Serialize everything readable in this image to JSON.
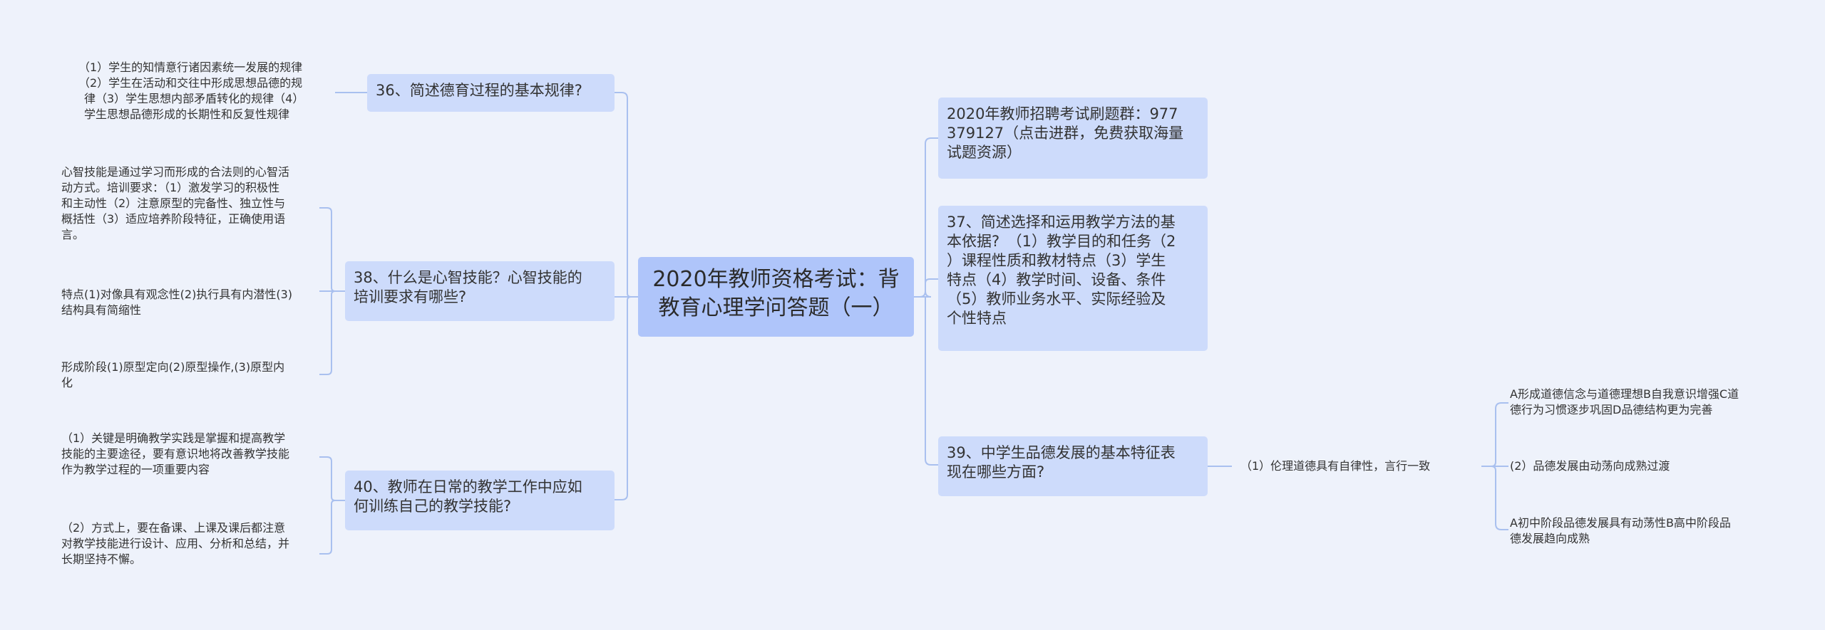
{
  "root": {
    "title": "2020年教师资格考试：背\n教育心理学问答题（一）"
  },
  "left_branches": [
    {
      "label": "36、简述德育过程的基本规律?",
      "leaves": [
        "　　（1）学生的知情意行诸因素统一发展的规律\n　　（2）学生在活动和交往中形成思想品德的规\n　　律（3）学生思想内部矛盾转化的规律（4）\n　　学生思想品德形成的长期性和反复性规律"
      ]
    },
    {
      "label": "38、什么是心智技能？心智技能的\n培训要求有哪些?",
      "leaves": [
        "心智技能是通过学习而形成的合法则的心智活\n动方式。培训要求：（1）激发学习的积极性\n和主动性（2）注意原型的完备性、独立性与\n概括性（3）适应培养阶段特征，正确使用语\n言。",
        "特点(1)对像具有观念性(2)执行具有内潜性(3)\n结构具有简缩性",
        "形成阶段(1)原型定向(2)原型操作,(3)原型内\n化"
      ]
    },
    {
      "label": "40、教师在日常的教学工作中应如\n何训练自己的教学技能?",
      "leaves": [
        "（1）关键是明确教学实践是掌握和提高教学\n技能的主要途径，要有意识地将改善教学技能\n作为教学过程的一项重要内容",
        "（2）方式上，要在备课、上课及课后都注意\n对教学技能进行设计、应用、分析和总结，并\n长期坚持不懈。"
      ]
    }
  ],
  "right_branches": [
    {
      "label": "2020年教师招聘考试刷题群：977\n379127（点击进群，免费获取海量\n试题资源）"
    },
    {
      "label": "37、简述选择和运用教学方法的基\n本依据?　（1）教学目的和任务（2\n）课程性质和教材特点（3）学生\n特点（4）教学时间、设备、条件\n（5）教师业务水平、实际经验及\n个性特点"
    },
    {
      "label": "39、中学生品德发展的基本特征表\n现在哪些方面?",
      "child": {
        "label": "（1）伦理道德具有自律性，言行一致",
        "leaves": [
          "A形成道德信念与道德理想B自我意识增强C道\n德行为习惯逐步巩固D品德结构更为完善",
          "(2）品德发展由动荡向成熟过渡",
          "A初中阶段品德发展具有动荡性B高中阶段品\n德发展趋向成熟"
        ]
      }
    }
  ],
  "colors": {
    "background": "#eef2fb",
    "root_fill": "#afc5fa",
    "branch_fill": "#cddbfb",
    "connector": "#a9c0ef"
  }
}
